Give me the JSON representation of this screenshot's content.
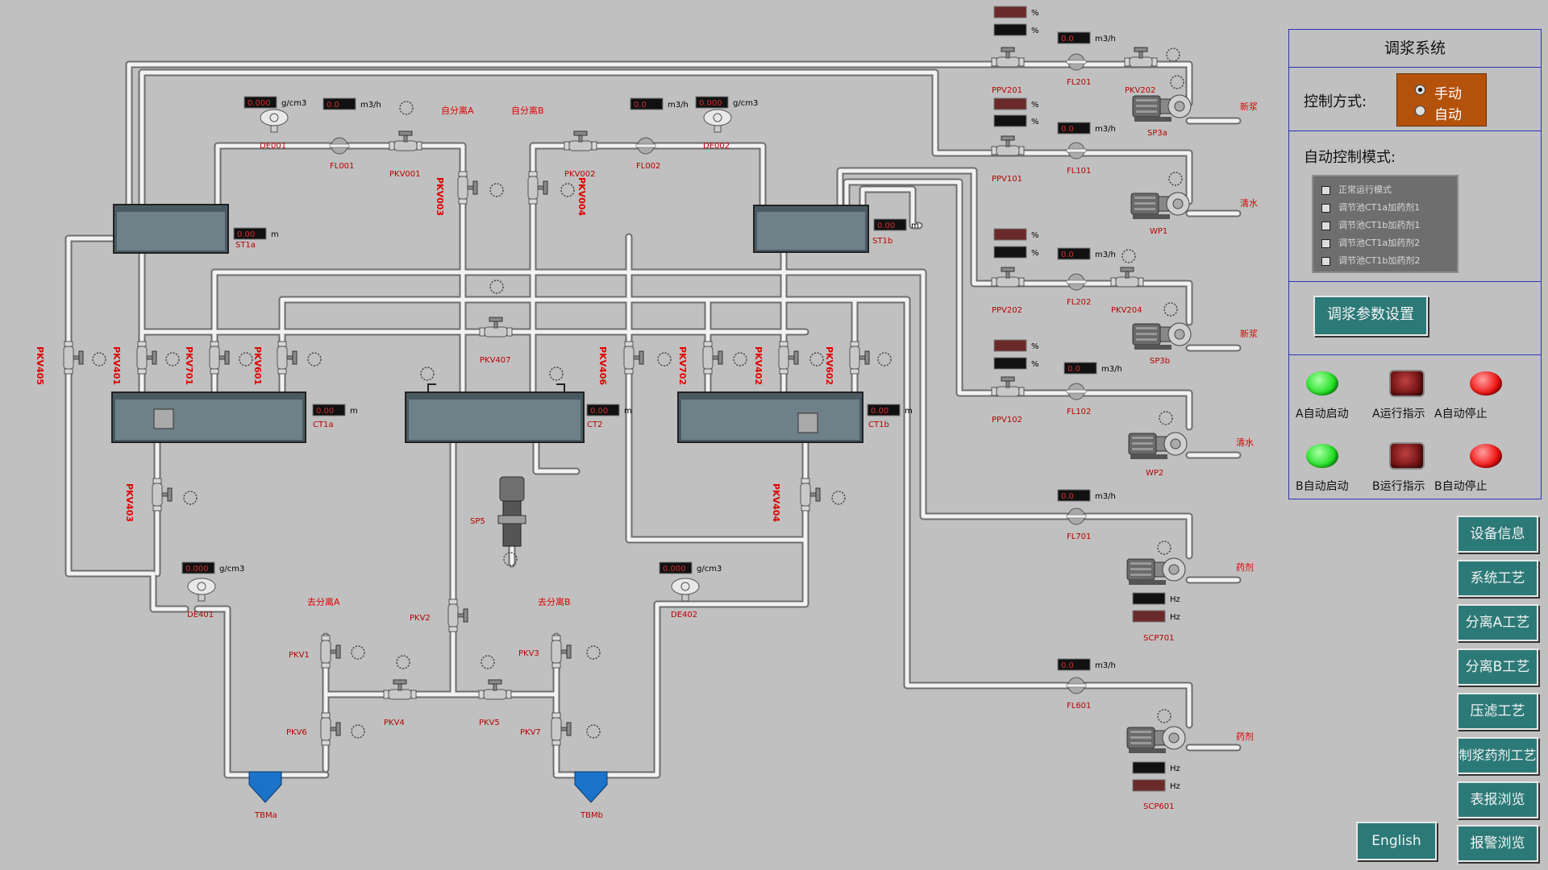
{
  "panel": {
    "title": "调浆系统",
    "control_label": "控制方式:",
    "mode_manual": "手动",
    "mode_auto": "自动",
    "auto_mode_label": "自动控制模式:",
    "modes": [
      "正常运行模式",
      "调节池CT1a加药剂1",
      "调节池CT1b加药剂1",
      "调节池CT1a加药剂2",
      "调节池CT1b加药剂2"
    ],
    "param_button": "调浆参数设置",
    "a_start": "A自动启动",
    "a_run": "A运行指示",
    "a_stop": "A自动停止",
    "b_start": "B自动启动",
    "b_run": "B运行指示",
    "b_stop": "B自动停止"
  },
  "nav": [
    "设备信息",
    "系统工艺",
    "分离A工艺",
    "分离B工艺",
    "压滤工艺",
    "制浆药剂工艺",
    "表报浏览",
    "报警浏览"
  ],
  "english_button": "English",
  "tanks": {
    "st1a": "ST1a",
    "st1b": "ST1b",
    "ct1a": "CT1a",
    "ct2": "CT2",
    "ct1b": "CT1b"
  },
  "pumps": {
    "sp3a": "SP3a",
    "wp1": "WP1",
    "sp3b": "SP3b",
    "wp2": "WP2",
    "scp701": "SCP701",
    "scp601": "SCP601",
    "sp5": "SP5"
  },
  "cones": {
    "tbma": "TBMa",
    "tbmb": "TBMb"
  },
  "instruments": {
    "de001": "DE001",
    "fl001": "FL001",
    "pkv001": "PKV001",
    "pkv002": "PKV002",
    "fl002": "FL002",
    "de002": "DE002",
    "pkv003": "PKV003",
    "pkv004": "PKV004",
    "pkv405": "PKV405",
    "pkv401": "PKV401",
    "pkv701": "PKV701",
    "pkv601": "PKV601",
    "pkv407": "PKV407",
    "pkv406": "PKV406",
    "pkv702": "PKV702",
    "pkv402": "PKV402",
    "pkv602": "PKV602",
    "pkv403": "PKV403",
    "pkv404": "PKV404",
    "de401": "DE401",
    "de402": "DE402",
    "pkv1": "PKV1",
    "pkv6": "PKV6",
    "pkv2": "PKV2",
    "pkv4": "PKV4",
    "pkv5": "PKV5",
    "pkv3": "PKV3",
    "pkv7": "PKV7",
    "ppv201": "PPV201",
    "fl201": "FL201",
    "pkv202": "PKV202",
    "ppv101": "PPV101",
    "fl101": "FL101",
    "ppv202": "PPV202",
    "fl202": "FL202",
    "pkv204": "PKV204",
    "ppv102": "PPV102",
    "fl102": "FL102",
    "fl701": "FL701",
    "fl601": "FL601"
  },
  "flow_labels": {
    "sep_a_in": "自分离A",
    "sep_b_in": "自分离B",
    "sep_a_out": "去分离A",
    "sep_b_out": "去分离B",
    "xinjiang1": "新浆",
    "qingshui1": "清水",
    "xinjiang2": "新浆",
    "qingshui2": "清水",
    "yaoji1": "药剂",
    "yaoji2": "药剂"
  },
  "units": {
    "density": "g/cm3",
    "flow": "m3/h",
    "level": "m",
    "percent": "%",
    "hz": "Hz"
  },
  "readouts": {
    "density": "0.000",
    "flow": "0.0",
    "level": "0.00"
  },
  "colors": {
    "pipe": "#f2f2f2",
    "pipe_edge": "#6e6e6e",
    "tank_water": "#6e8088",
    "nav": "#2c7a78",
    "mode_box": "#b4520c",
    "label_red": "#e00000"
  }
}
